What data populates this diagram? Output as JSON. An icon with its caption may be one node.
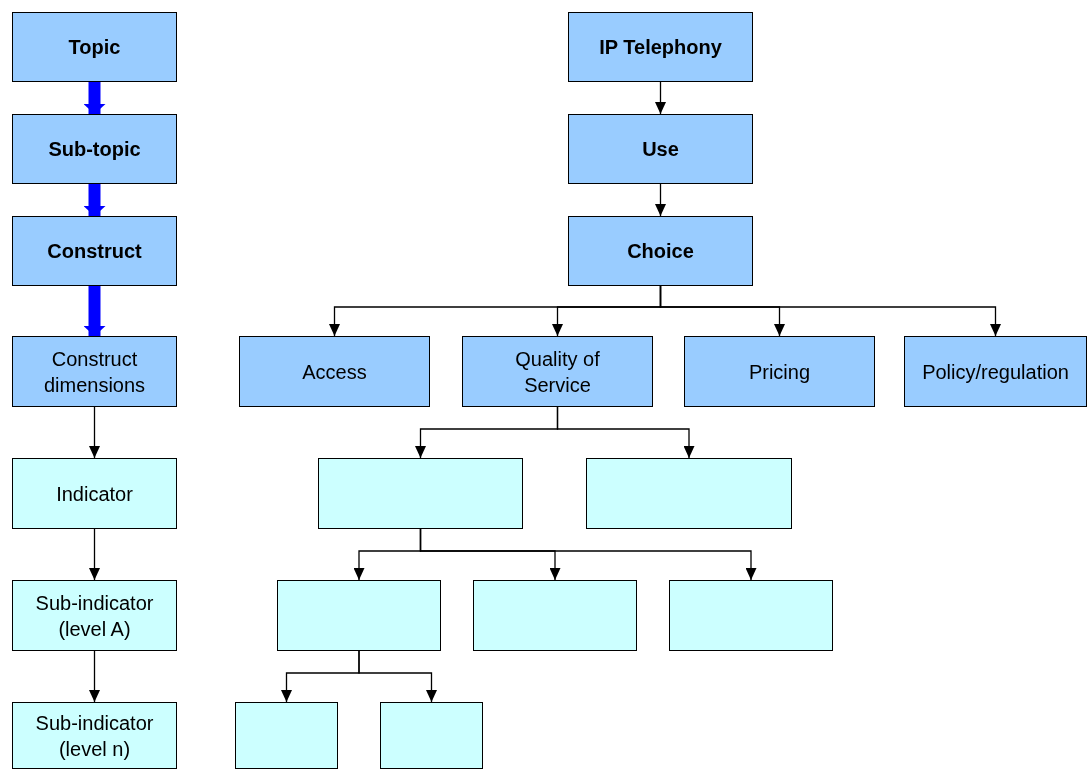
{
  "diagram": {
    "nodes": [
      {
        "text": [
          "Topic"
        ]
      },
      {
        "text": [
          "Sub-topic"
        ]
      },
      {
        "text": [
          "Construct"
        ]
      },
      {
        "text": [
          "Construct dimensions"
        ]
      },
      {
        "text": [
          "Indicator"
        ]
      },
      {
        "text": [
          "Sub-indicator (level A)"
        ]
      },
      {
        "text": [
          "Sub-indicator (level n)"
        ]
      },
      {
        "text": [
          "IP Telephony"
        ]
      },
      {
        "text": [
          "Use"
        ]
      },
      {
        "text": [
          "Choice"
        ]
      },
      {
        "text": [
          "Access"
        ]
      },
      {
        "text": [
          "Quality of Service"
        ]
      },
      {
        "text": [
          "Pricing"
        ]
      },
      {
        "text": [
          "Policy/regulation"
        ]
      },
      {
        "text": [],
        "shape": "box"
      },
      {
        "text": [],
        "shape": "box"
      },
      {
        "text": [],
        "shape": "box"
      },
      {
        "text": [],
        "shape": "box"
      },
      {
        "text": [],
        "shape": "box"
      },
      {
        "text": [],
        "shape": "box"
      },
      {
        "text": [],
        "shape": "box"
      }
    ],
    "edges": [
      {
        "from": 0,
        "to": 1,
        "arrow": "to",
        "style": "thick",
        "color": "#0000ff"
      },
      {
        "from": 1,
        "to": 2,
        "arrow": "to",
        "style": "thick",
        "color": "#0000ff"
      },
      {
        "from": 2,
        "to": 3,
        "arrow": "to",
        "style": "thick",
        "color": "#0000ff"
      },
      {
        "from": 3,
        "to": 4,
        "arrow": "to"
      },
      {
        "from": 4,
        "to": 5,
        "arrow": "to"
      },
      {
        "from": 5,
        "to": 6,
        "arrow": "to"
      },
      {
        "from": 7,
        "to": 8,
        "arrow": "to"
      },
      {
        "from": 8,
        "to": 9,
        "arrow": "to"
      },
      {
        "from": 9,
        "to": 10,
        "arrow": "to"
      },
      {
        "from": 9,
        "to": 11,
        "arrow": "to"
      },
      {
        "from": 9,
        "to": 12,
        "arrow": "to"
      },
      {
        "from": 9,
        "to": 13,
        "arrow": "to"
      },
      {
        "from": 11,
        "to": 14,
        "arrow": "to"
      },
      {
        "from": 11,
        "to": 15,
        "arrow": "to"
      },
      {
        "from": 14,
        "to": 16,
        "arrow": "to"
      },
      {
        "from": 14,
        "to": 17,
        "arrow": "to"
      },
      {
        "from": 14,
        "to": 18,
        "arrow": "to"
      },
      {
        "from": 16,
        "to": 19,
        "arrow": "to"
      },
      {
        "from": 16,
        "to": 20,
        "arrow": "to"
      }
    ]
  }
}
